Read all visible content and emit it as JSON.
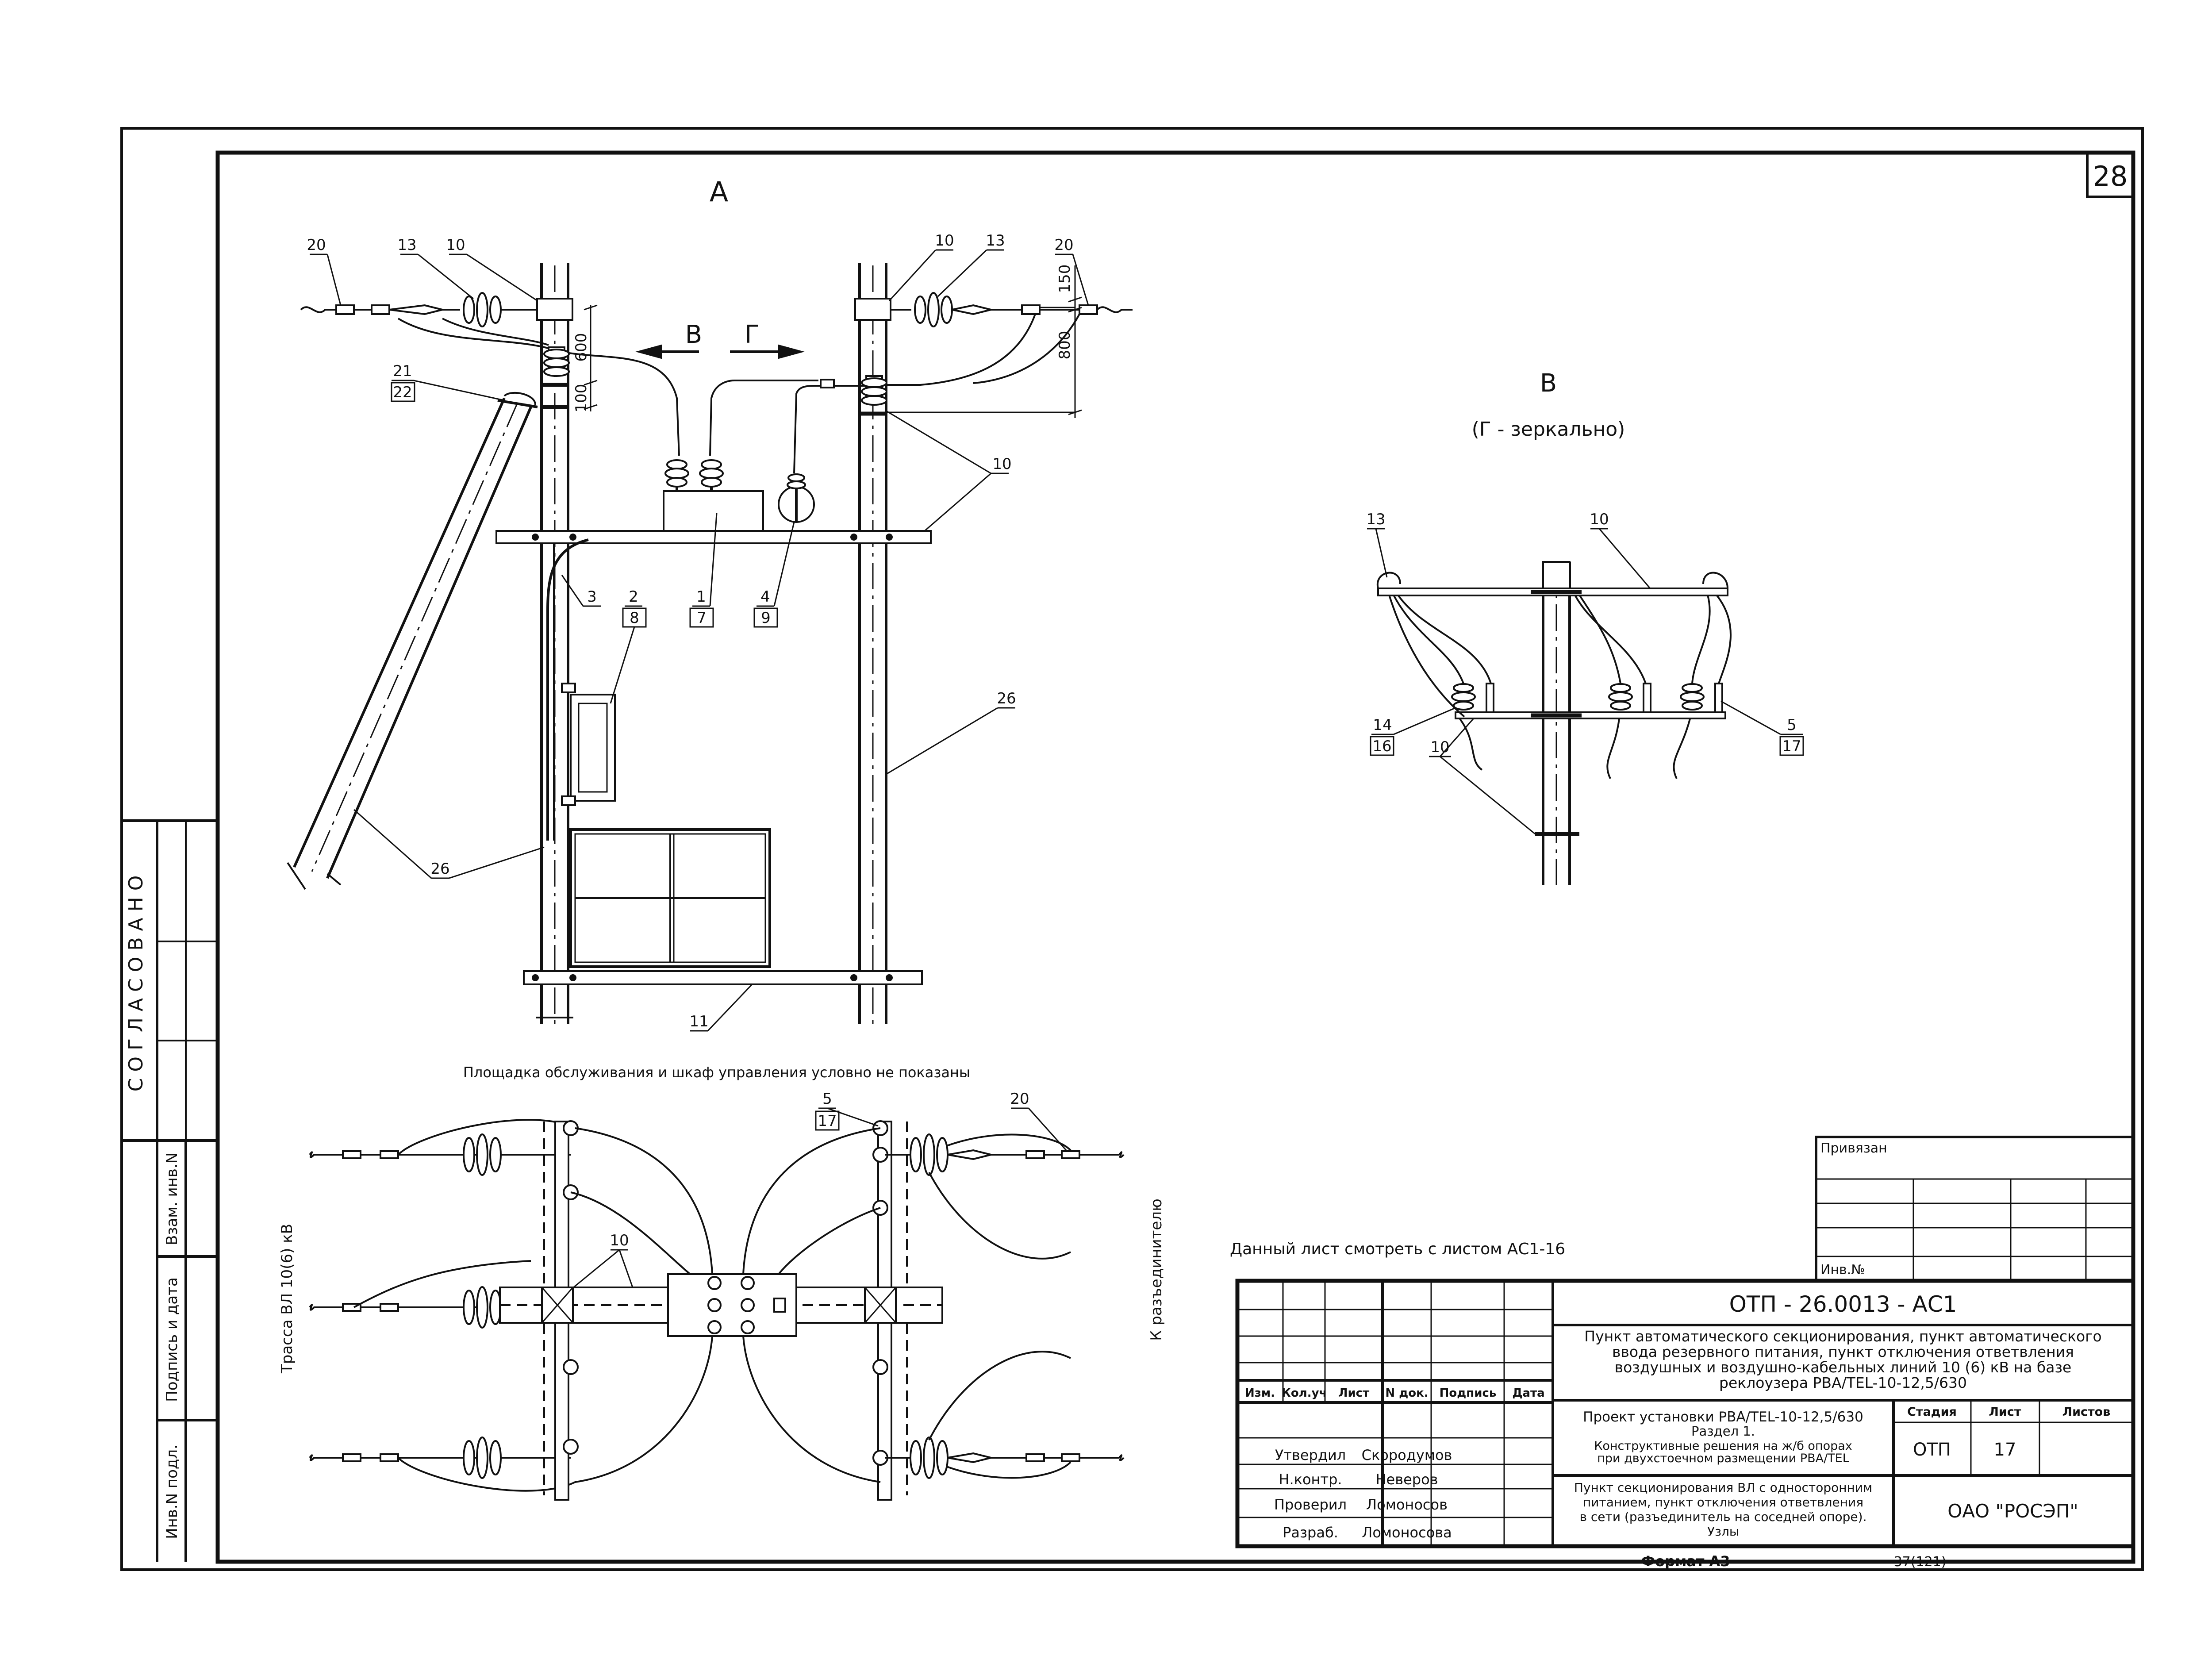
{
  "sheet_number": "28",
  "view_a": {
    "title": "А",
    "arrow_left": "В",
    "arrow_right": "Г",
    "callouts": [
      "20",
      "13",
      "10",
      "10",
      "13",
      "20",
      "21",
      "22",
      "10",
      "26",
      "26",
      "3",
      "2",
      "8",
      "1",
      "7",
      "4",
      "9",
      "11"
    ],
    "dims": [
      "600",
      "100",
      "150",
      "800"
    ],
    "note": "Площадка обслуживания и шкаф управления условно не показаны"
  },
  "view_b": {
    "title": "В",
    "subtitle": "(Г - зеркально)",
    "callouts": [
      "13",
      "10",
      "14",
      "16",
      "10",
      "5",
      "17"
    ]
  },
  "plan_view": {
    "callouts": [
      "5",
      "17",
      "20",
      "10"
    ],
    "left_label": "Трасса ВЛ 10(6) кВ",
    "right_label": "К разъединителю"
  },
  "sheet_note": "Данный лист смотреть с листом АС1-16",
  "side_block": {
    "agreed": "СОГЛАСОВАНО",
    "labels": [
      "Взам. инв.N",
      "Подпись и дата",
      "Инв.N подл."
    ]
  },
  "binding_block": {
    "title": "Привязан",
    "inv_label": "Инв.№"
  },
  "title_block": {
    "code": "ОТП - 26.0013 - АС1",
    "description_lines": [
      "Пункт автоматического секционирования, пункт автоматического",
      "ввода резервного питания, пункт отключения ответвления",
      "воздушных и воздушно-кабельных линий 10 (6) кВ на базе",
      "реклоузера РВА/TEL-10-12,5/630"
    ],
    "rev_headers": [
      "Изм.",
      "Кол.уч",
      "Лист",
      "N док.",
      "Подпись",
      "Дата"
    ],
    "project_lines": [
      "Проект установки РВА/TEL-10-12,5/630",
      "Раздел 1.",
      "Конструктивные решения на ж/б опорах",
      "при двухстоечном размещении РВА/TEL"
    ],
    "stage_headers": [
      "Стадия",
      "Лист",
      "Листов"
    ],
    "stage": "ОТП",
    "sheet": "17",
    "sheets": "",
    "drawing_lines": [
      "Пункт секционирования ВЛ с односторонним",
      "питанием, пункт отключения ответвления",
      "в сети (разъединитель на соседней опоре).",
      "Узлы"
    ],
    "organization": "ОАО \"РОСЭП\"",
    "signatures": [
      {
        "role": "Утвердил",
        "name": "Скородумов"
      },
      {
        "role": "Н.контр.",
        "name": "Неверов"
      },
      {
        "role": "Проверил",
        "name": "Ломоносов"
      },
      {
        "role": "Разраб.",
        "name": "Ломоносова"
      }
    ],
    "format": "Формат А3",
    "page_ref": "37(121)"
  }
}
